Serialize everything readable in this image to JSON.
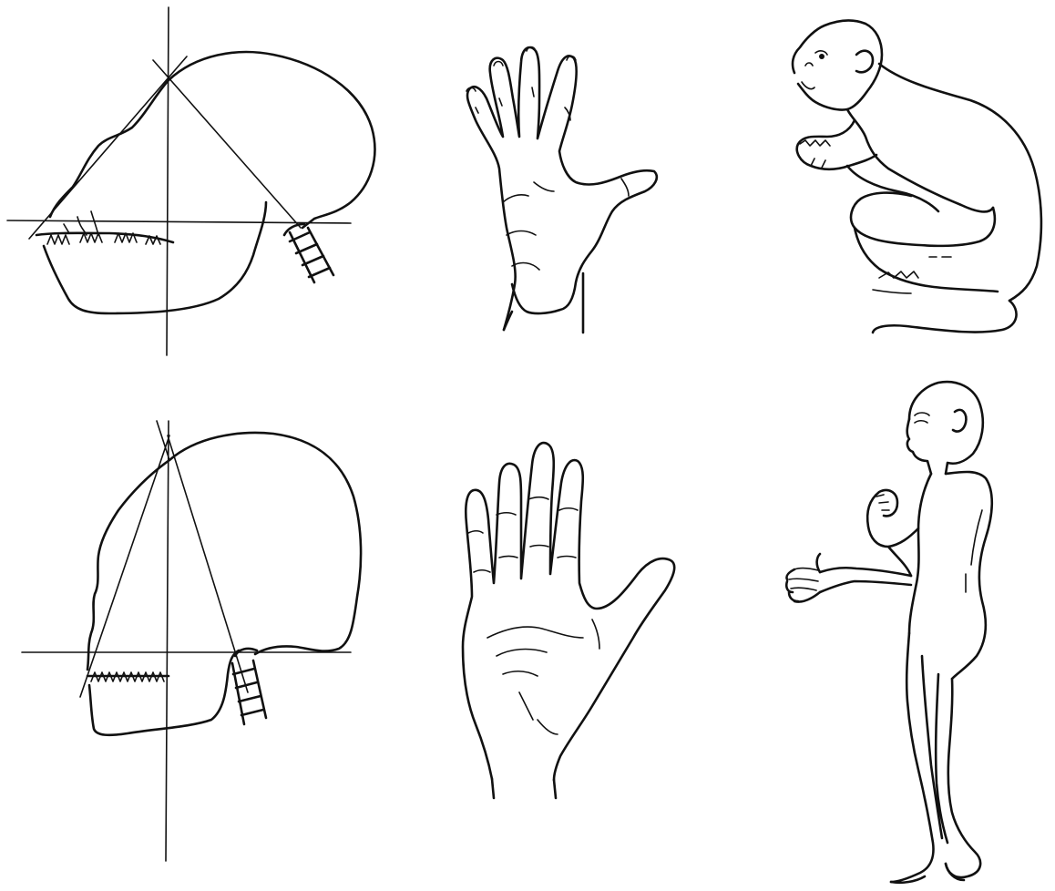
{
  "figure": {
    "rows": [
      {
        "row": "primate",
        "panels": [
          "skull-with-facial-angle",
          "hand",
          "crouching-body"
        ]
      },
      {
        "row": "human",
        "panels": [
          "skull-with-facial-angle",
          "hand",
          "standing-body"
        ]
      }
    ],
    "ink_color": "#111111",
    "background_color": "#ffffff"
  }
}
